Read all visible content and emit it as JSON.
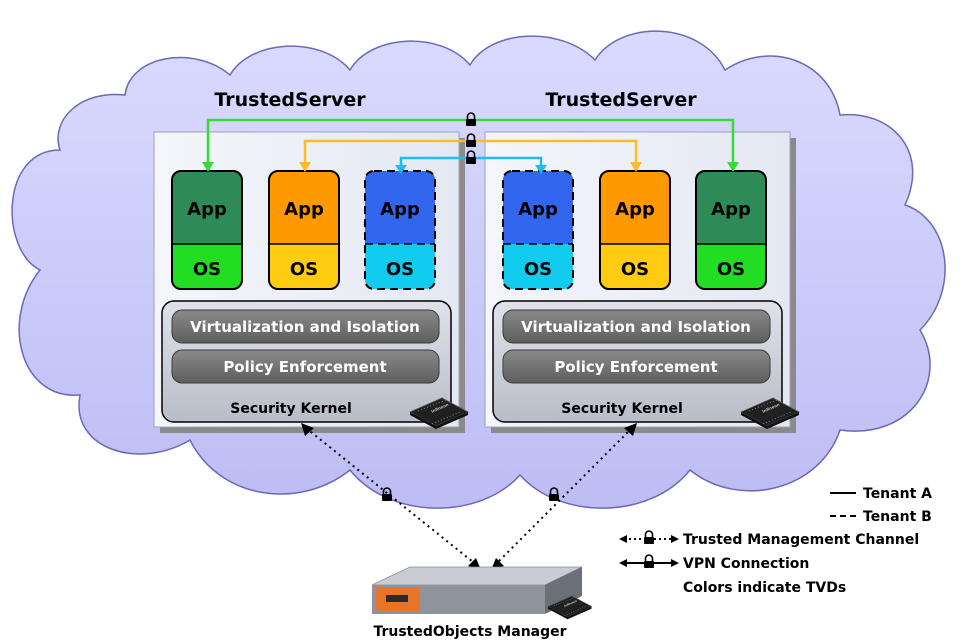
{
  "servers": [
    {
      "title": "TrustedServer",
      "stacks": [
        {
          "app": "App",
          "os": "OS",
          "color": "#2e8b57",
          "os_color": "#22dd22",
          "dashed": false
        },
        {
          "app": "App",
          "os": "OS",
          "color": "#ff9900",
          "os_color": "#ffcc11",
          "dashed": false
        },
        {
          "app": "App",
          "os": "OS",
          "color": "#3366ee",
          "os_color": "#11ccee",
          "dashed": true
        }
      ],
      "layers": [
        "Virtualization and Isolation",
        "Policy Enforcement"
      ],
      "kernel_label": "Security Kernel"
    },
    {
      "title": "TrustedServer",
      "stacks": [
        {
          "app": "App",
          "os": "OS",
          "color": "#3366ee",
          "os_color": "#11ccee",
          "dashed": true
        },
        {
          "app": "App",
          "os": "OS",
          "color": "#ff9900",
          "os_color": "#ffcc11",
          "dashed": false
        },
        {
          "app": "App",
          "os": "OS",
          "color": "#2e8b57",
          "os_color": "#22dd22",
          "dashed": false
        }
      ],
      "layers": [
        "Virtualization and Isolation",
        "Policy Enforcement"
      ],
      "kernel_label": "Security Kernel"
    }
  ],
  "vpn_colors": {
    "green": "#33dd33",
    "orange": "#ffbb22",
    "cyan": "#22bbee"
  },
  "manager_label": "TrustedObjects Manager",
  "legend": {
    "tenant_a": "Tenant A",
    "tenant_b": "Tenant B",
    "trusted_channel": "Trusted Management Channel",
    "vpn": "VPN Connection",
    "colors_note": "Colors indicate TVDs"
  },
  "cloud_color": "#c9c9ff",
  "layer_color": "#707070"
}
